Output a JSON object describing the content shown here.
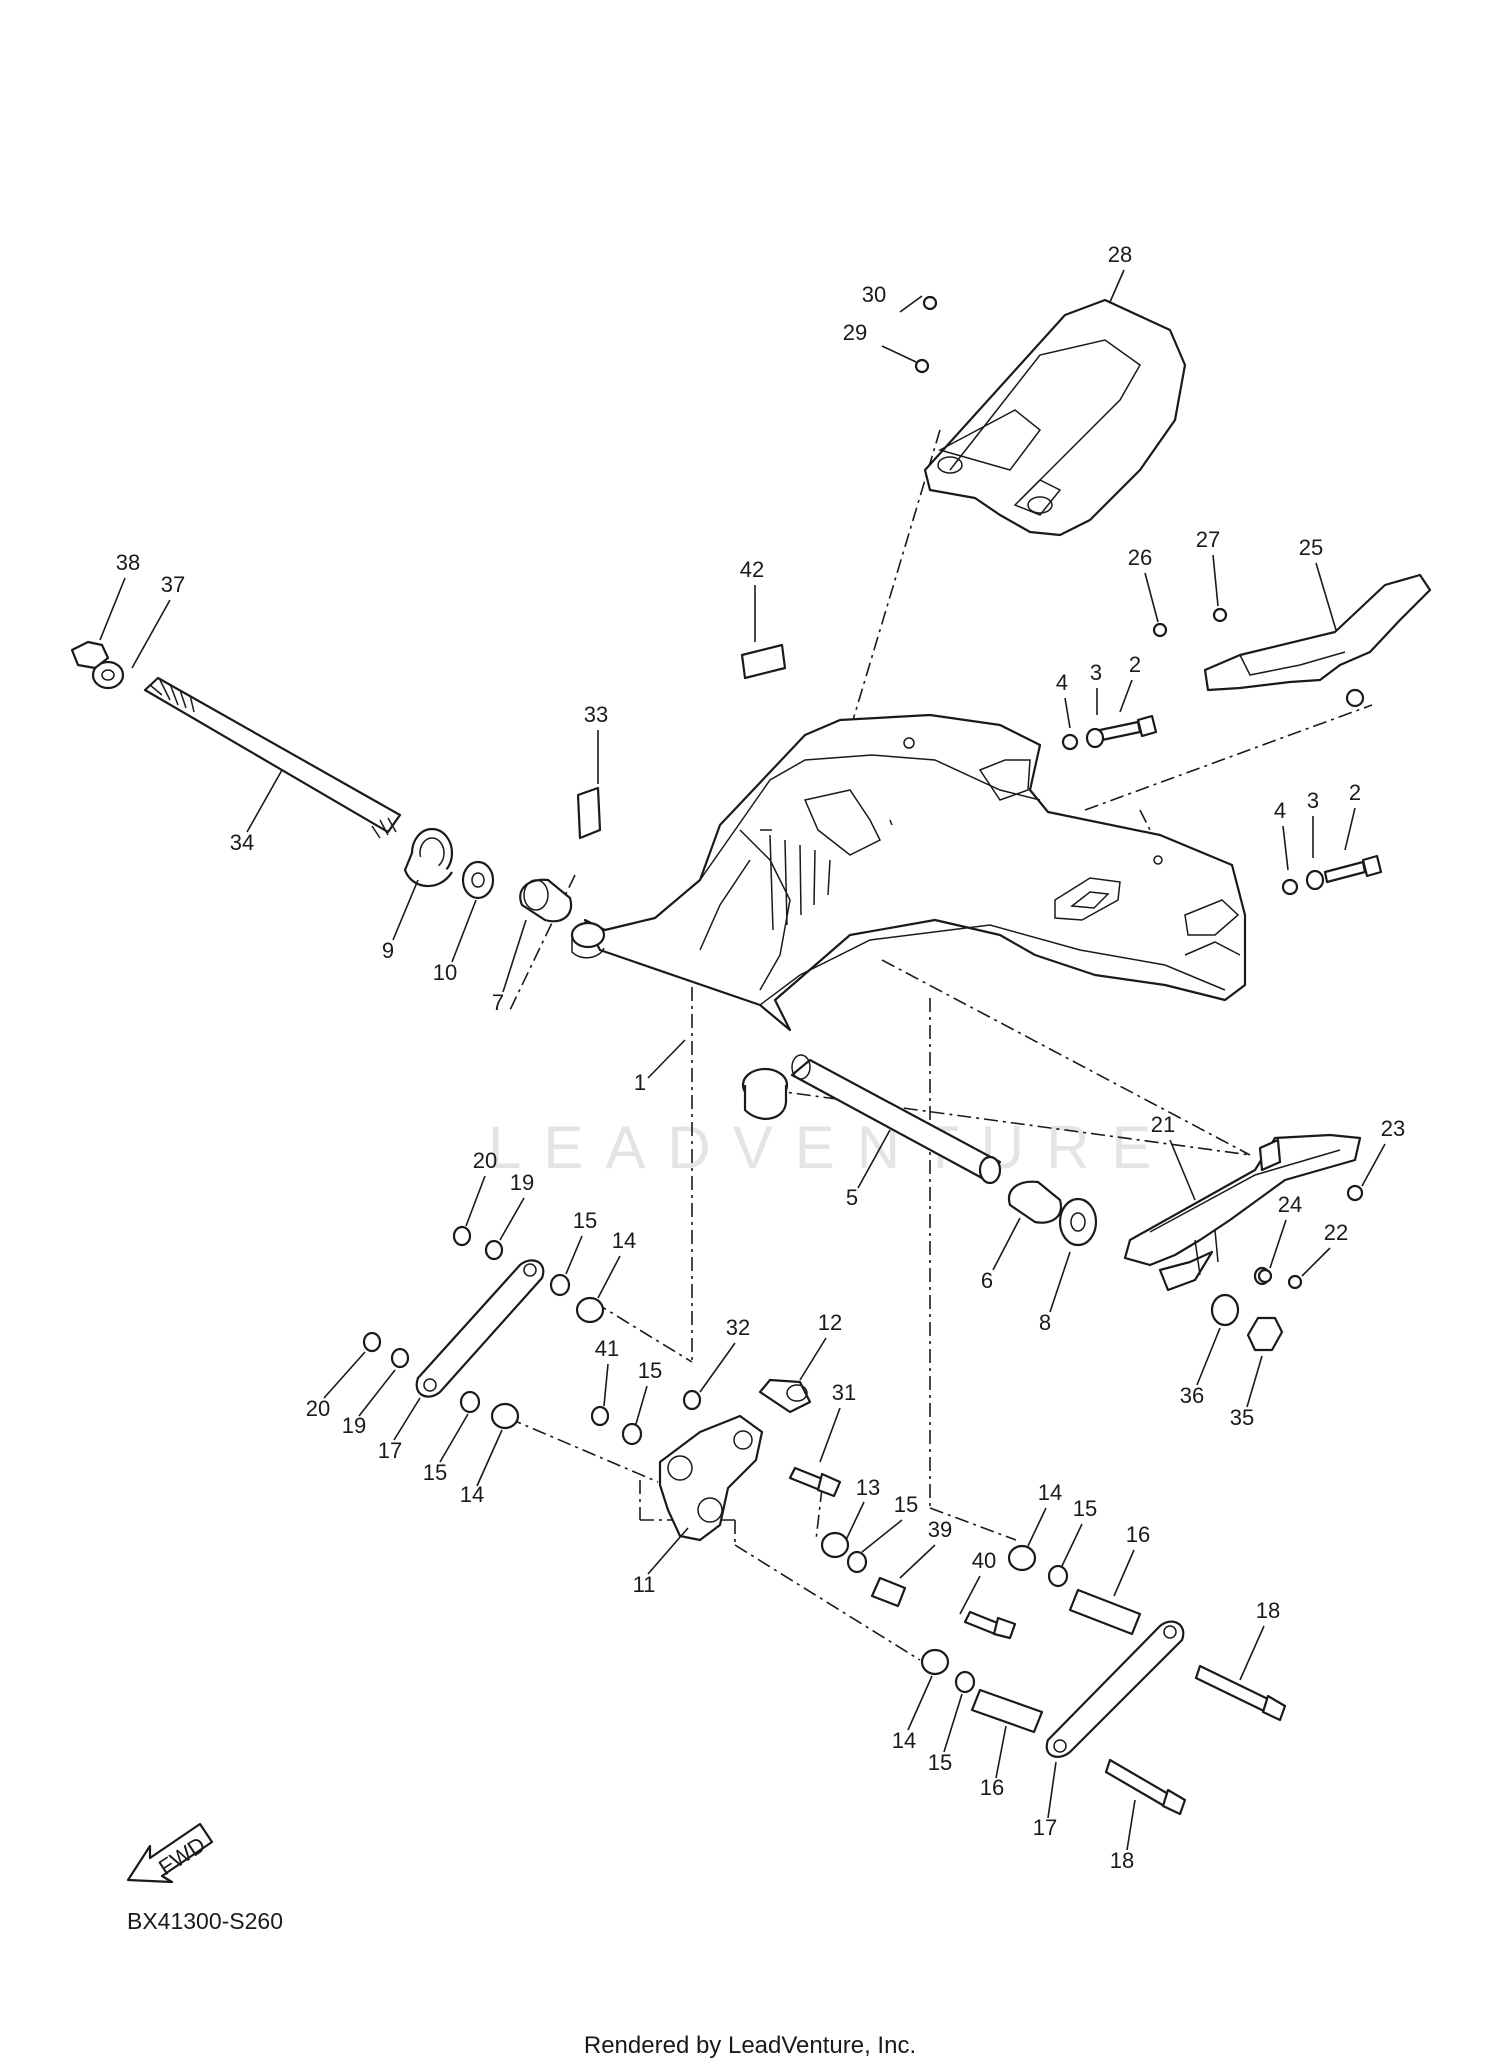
{
  "diagram": {
    "code": "BX41300-S260",
    "credit": "Rendered by LeadVenture, Inc.",
    "fwd_label": "FWD",
    "watermark": "LEADVENTURE"
  },
  "callouts": [
    {
      "id": "callout-1",
      "label": "1"
    },
    {
      "id": "callout-2-a",
      "label": "2"
    },
    {
      "id": "callout-2-b",
      "label": "2"
    },
    {
      "id": "callout-3-a",
      "label": "3"
    },
    {
      "id": "callout-3-b",
      "label": "3"
    },
    {
      "id": "callout-4-a",
      "label": "4"
    },
    {
      "id": "callout-4-b",
      "label": "4"
    },
    {
      "id": "callout-5",
      "label": "5"
    },
    {
      "id": "callout-6",
      "label": "6"
    },
    {
      "id": "callout-7",
      "label": "7"
    },
    {
      "id": "callout-8",
      "label": "8"
    },
    {
      "id": "callout-9",
      "label": "9"
    },
    {
      "id": "callout-10",
      "label": "10"
    },
    {
      "id": "callout-11",
      "label": "11"
    },
    {
      "id": "callout-12",
      "label": "12"
    },
    {
      "id": "callout-13",
      "label": "13"
    },
    {
      "id": "callout-14-a",
      "label": "14"
    },
    {
      "id": "callout-14-b",
      "label": "14"
    },
    {
      "id": "callout-14-c",
      "label": "14"
    },
    {
      "id": "callout-14-d",
      "label": "14"
    },
    {
      "id": "callout-15-a",
      "label": "15"
    },
    {
      "id": "callout-15-b",
      "label": "15"
    },
    {
      "id": "callout-15-c",
      "label": "15"
    },
    {
      "id": "callout-15-d",
      "label": "15"
    },
    {
      "id": "callout-15-e",
      "label": "15"
    },
    {
      "id": "callout-15-f",
      "label": "15"
    },
    {
      "id": "callout-16-a",
      "label": "16"
    },
    {
      "id": "callout-16-b",
      "label": "16"
    },
    {
      "id": "callout-17-a",
      "label": "17"
    },
    {
      "id": "callout-17-b",
      "label": "17"
    },
    {
      "id": "callout-18-a",
      "label": "18"
    },
    {
      "id": "callout-18-b",
      "label": "18"
    },
    {
      "id": "callout-19-a",
      "label": "19"
    },
    {
      "id": "callout-19-b",
      "label": "19"
    },
    {
      "id": "callout-20-a",
      "label": "20"
    },
    {
      "id": "callout-20-b",
      "label": "20"
    },
    {
      "id": "callout-21",
      "label": "21"
    },
    {
      "id": "callout-22",
      "label": "22"
    },
    {
      "id": "callout-23",
      "label": "23"
    },
    {
      "id": "callout-24",
      "label": "24"
    },
    {
      "id": "callout-25",
      "label": "25"
    },
    {
      "id": "callout-26",
      "label": "26"
    },
    {
      "id": "callout-27",
      "label": "27"
    },
    {
      "id": "callout-28",
      "label": "28"
    },
    {
      "id": "callout-29",
      "label": "29"
    },
    {
      "id": "callout-30",
      "label": "30"
    },
    {
      "id": "callout-31",
      "label": "31"
    },
    {
      "id": "callout-32",
      "label": "32"
    },
    {
      "id": "callout-33",
      "label": "33"
    },
    {
      "id": "callout-34",
      "label": "34"
    },
    {
      "id": "callout-35",
      "label": "35"
    },
    {
      "id": "callout-36",
      "label": "36"
    },
    {
      "id": "callout-37",
      "label": "37"
    },
    {
      "id": "callout-38",
      "label": "38"
    },
    {
      "id": "callout-39",
      "label": "39"
    },
    {
      "id": "callout-40",
      "label": "40"
    },
    {
      "id": "callout-41",
      "label": "41"
    },
    {
      "id": "callout-42",
      "label": "42"
    }
  ]
}
